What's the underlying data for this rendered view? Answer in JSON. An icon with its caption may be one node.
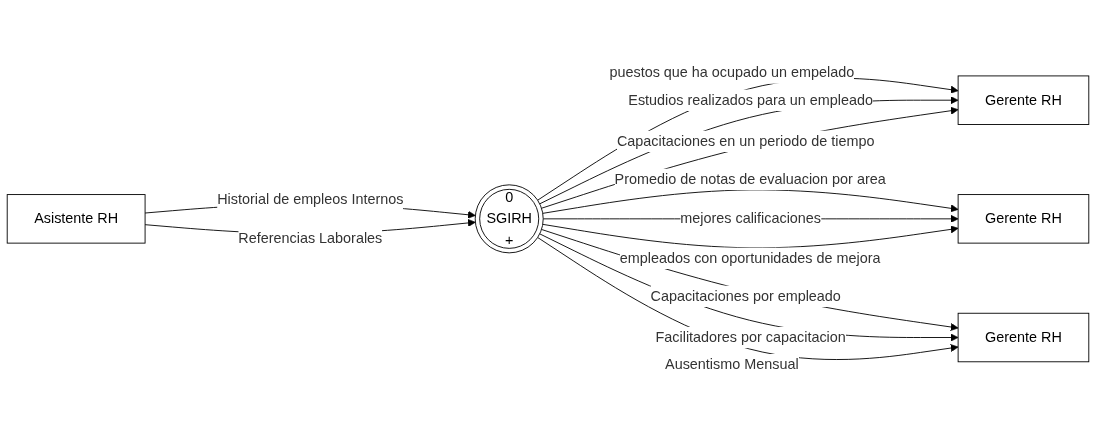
{
  "diagram": {
    "nodes": [
      {
        "text": [
          "Asistente RH"
        ]
      },
      {
        "text": [
          "0",
          "SGIRH",
          "+"
        ]
      },
      {
        "text": [
          "Gerente RH"
        ]
      },
      {
        "text": [
          "Gerente RH"
        ]
      },
      {
        "text": [
          "Gerente RH"
        ]
      }
    ],
    "edges": [
      {
        "from": 0,
        "to": 1,
        "arrow": "to",
        "label": "Historial de empleos Internos"
      },
      {
        "from": 0,
        "to": 1,
        "arrow": "to",
        "label": "Referencias Laborales"
      },
      {
        "from": 1,
        "to": 2,
        "arrow": "to",
        "label": "puestos que ha ocupado un empelado"
      },
      {
        "from": 1,
        "to": 2,
        "arrow": "to",
        "label": "Estudios realizados para un empleado"
      },
      {
        "from": 1,
        "to": 2,
        "arrow": "to",
        "label": "Capacitaciones en un periodo de tiempo"
      },
      {
        "from": 1,
        "to": 3,
        "arrow": "to",
        "label": "Promedio de notas de evaluacion por area"
      },
      {
        "from": 1,
        "to": 3,
        "arrow": "to",
        "label": "mejores calificaciones"
      },
      {
        "from": 1,
        "to": 3,
        "arrow": "to",
        "label": "empleados con oportunidades de mejora"
      },
      {
        "from": 1,
        "to": 4,
        "arrow": "to",
        "label": "Capacitaciones por empleado"
      },
      {
        "from": 1,
        "to": 4,
        "arrow": "to",
        "label": "Facilitadores por capacitacion"
      },
      {
        "from": 1,
        "to": 4,
        "arrow": "to",
        "label": "Ausentismo Mensual"
      }
    ]
  }
}
